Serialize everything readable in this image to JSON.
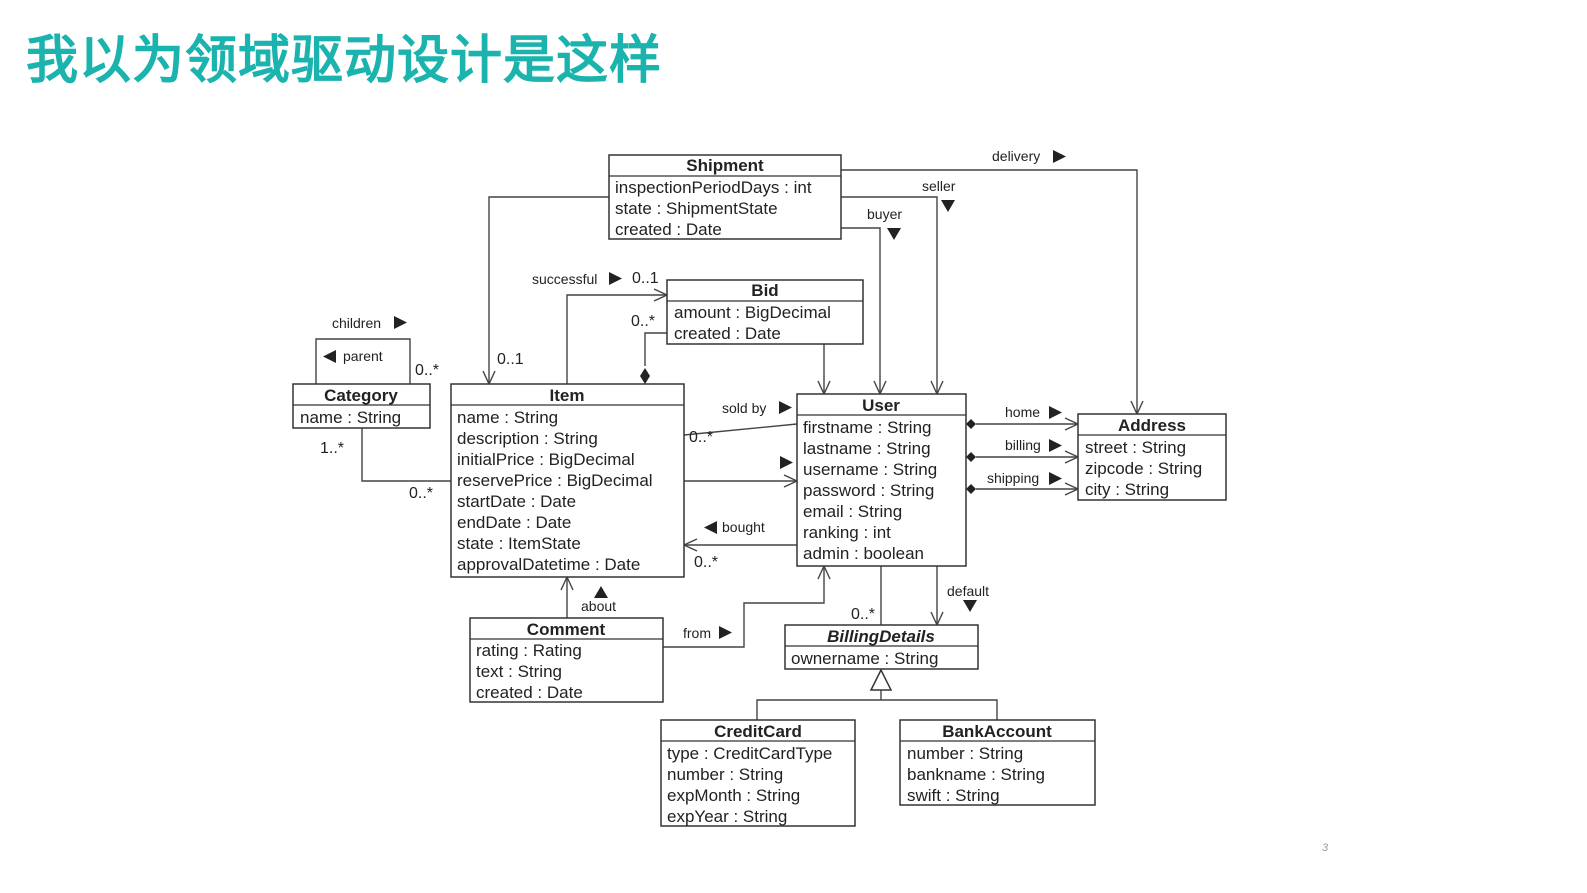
{
  "slide": {
    "title": "我以为领域驱动设计是这样",
    "page_number": "3"
  },
  "diagram": {
    "classes": {
      "shipment": {
        "name": "Shipment",
        "attributes": [
          "inspectionPeriodDays : int",
          "state : ShipmentState",
          "created : Date"
        ]
      },
      "bid": {
        "name": "Bid",
        "attributes": [
          "amount : BigDecimal",
          "created : Date"
        ]
      },
      "category": {
        "name": "Category",
        "attributes": [
          "name : String"
        ]
      },
      "item": {
        "name": "Item",
        "attributes": [
          "name : String",
          "description : String",
          "initialPrice : BigDecimal",
          "reservePrice : BigDecimal",
          "startDate : Date",
          "endDate : Date",
          "state : ItemState",
          "approvalDatetime : Date"
        ]
      },
      "user": {
        "name": "User",
        "attributes": [
          "firstname : String",
          "lastname : String",
          "username : String",
          "password : String",
          "email : String",
          "ranking : int",
          "admin : boolean"
        ]
      },
      "address": {
        "name": "Address",
        "attributes": [
          "street : String",
          "zipcode : String",
          "city : String"
        ]
      },
      "comment": {
        "name": "Comment",
        "attributes": [
          "rating : Rating",
          "text : String",
          "created : Date"
        ]
      },
      "billing_details": {
        "name": "BillingDetails",
        "attributes": [
          "ownername : String"
        ]
      },
      "credit_card": {
        "name": "CreditCard",
        "attributes": [
          "type : CreditCardType",
          "number : String",
          "expMonth : String",
          "expYear : String"
        ]
      },
      "bank_account": {
        "name": "BankAccount",
        "attributes": [
          "number : String",
          "bankname : String",
          "swift : String"
        ]
      }
    },
    "labels": {
      "delivery": "delivery",
      "seller": "seller",
      "buyer": "buyer",
      "successful": "successful",
      "children": "children",
      "parent": "parent",
      "sold_by": "sold by",
      "home": "home",
      "billing": "billing",
      "shipping": "shipping",
      "bought": "bought",
      "default": "default",
      "about": "about",
      "from": "from"
    },
    "multiplicities": {
      "bid_successful_end": "0..1",
      "bid_item_end": "0..*",
      "item_shipment_end": "0..1",
      "category_children_end": "0..*",
      "category_item_end": "1..*",
      "item_category_end": "0..*",
      "item_sold_by_end": "0..*",
      "item_bought_end": "0..*",
      "user_billing_end": "0..*"
    }
  }
}
